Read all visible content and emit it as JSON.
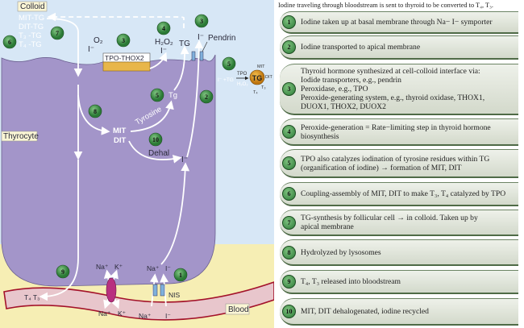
{
  "diagram": {
    "colloid_label": "Colloid",
    "thyrocyte_label": "Thyrocyte",
    "blood_label": "Blood",
    "colloid_items": [
      "MIT-TG",
      "DIT-TG",
      "T₃ -TG",
      "T₄ -TG"
    ],
    "o2": "O₂",
    "iodide": "I⁻",
    "tpo_thox2": "TPO-THOX2",
    "h2o2": "H₂O₂",
    "tg": "TG",
    "pendrin": "Pendrin",
    "reaction": {
      "left": "I⁻ +TG",
      "tpo": "TPO",
      "h2o2": "H₂O₂",
      "ball": "TG",
      "mit": "MIT",
      "dit": "DIT",
      "t3": "T₃",
      "t4": "T₄"
    },
    "tg_small": "Tg",
    "tyrosine": "Tyrosine",
    "mit": "MIT",
    "dit": "DIT",
    "dehal": "Dehal",
    "na": "Na⁺",
    "k": "K⁺",
    "nis": "NIS",
    "t4t3": "T₄ T₃",
    "steps": [
      "1",
      "2",
      "3",
      "4",
      "5",
      "6",
      "7",
      "8",
      "9",
      "10",
      "3",
      "5"
    ],
    "colors": {
      "colloid": "#d7e7f6",
      "cell": "#a395c9",
      "interstitium": "#f6eeb4",
      "blood": "#e8c6cc",
      "vessel": "#a3122a",
      "badge": "#2f8a3d",
      "tpo_box": "#e8b64a"
    }
  },
  "panel": {
    "header": "Iodine traveling through bloodstream is sent to thyroid to be converted to T₄, T₃.",
    "items": [
      {
        "n": "1",
        "text": "Iodine taken up at basal membrane through Na− I− symporter"
      },
      {
        "n": "2",
        "text": "Iodine transported to apical membrane"
      },
      {
        "n": "3",
        "text": "Thyroid hormone synthesized at cell-colloid interface via:\n   Iodide transporters, e.g., pendrin\n   Peroxidase, e.g., TPO\n   Peroxide-generating system, e.g., thyroid oxidase, THOX1,\n   DUOX1, THOX2, DUOX2"
      },
      {
        "n": "4",
        "text": "Peroxide-generation = Rate−limiting step in thyroid hormone\nbiosynthesis"
      },
      {
        "n": "5",
        "text": "TPO also catalyzes iodination of tyrosine residues within TG\n(organification of iodine) → formation of MIT, DIT"
      },
      {
        "n": "6",
        "text": "Coupling-assembly of MIT, DIT to make T₃, T₄ catalyzed by TPO"
      },
      {
        "n": "7",
        "text": "TG-synthesis by follicular cell → in colloid. Taken up by\napical membrane"
      },
      {
        "n": "8",
        "text": "Hydrolyzed by lysosomes"
      },
      {
        "n": "9",
        "text": "T₄, T₃ released into bloodstream"
      },
      {
        "n": "10",
        "text": "MIT, DIT dehalogenated, iodine recycled"
      }
    ]
  }
}
